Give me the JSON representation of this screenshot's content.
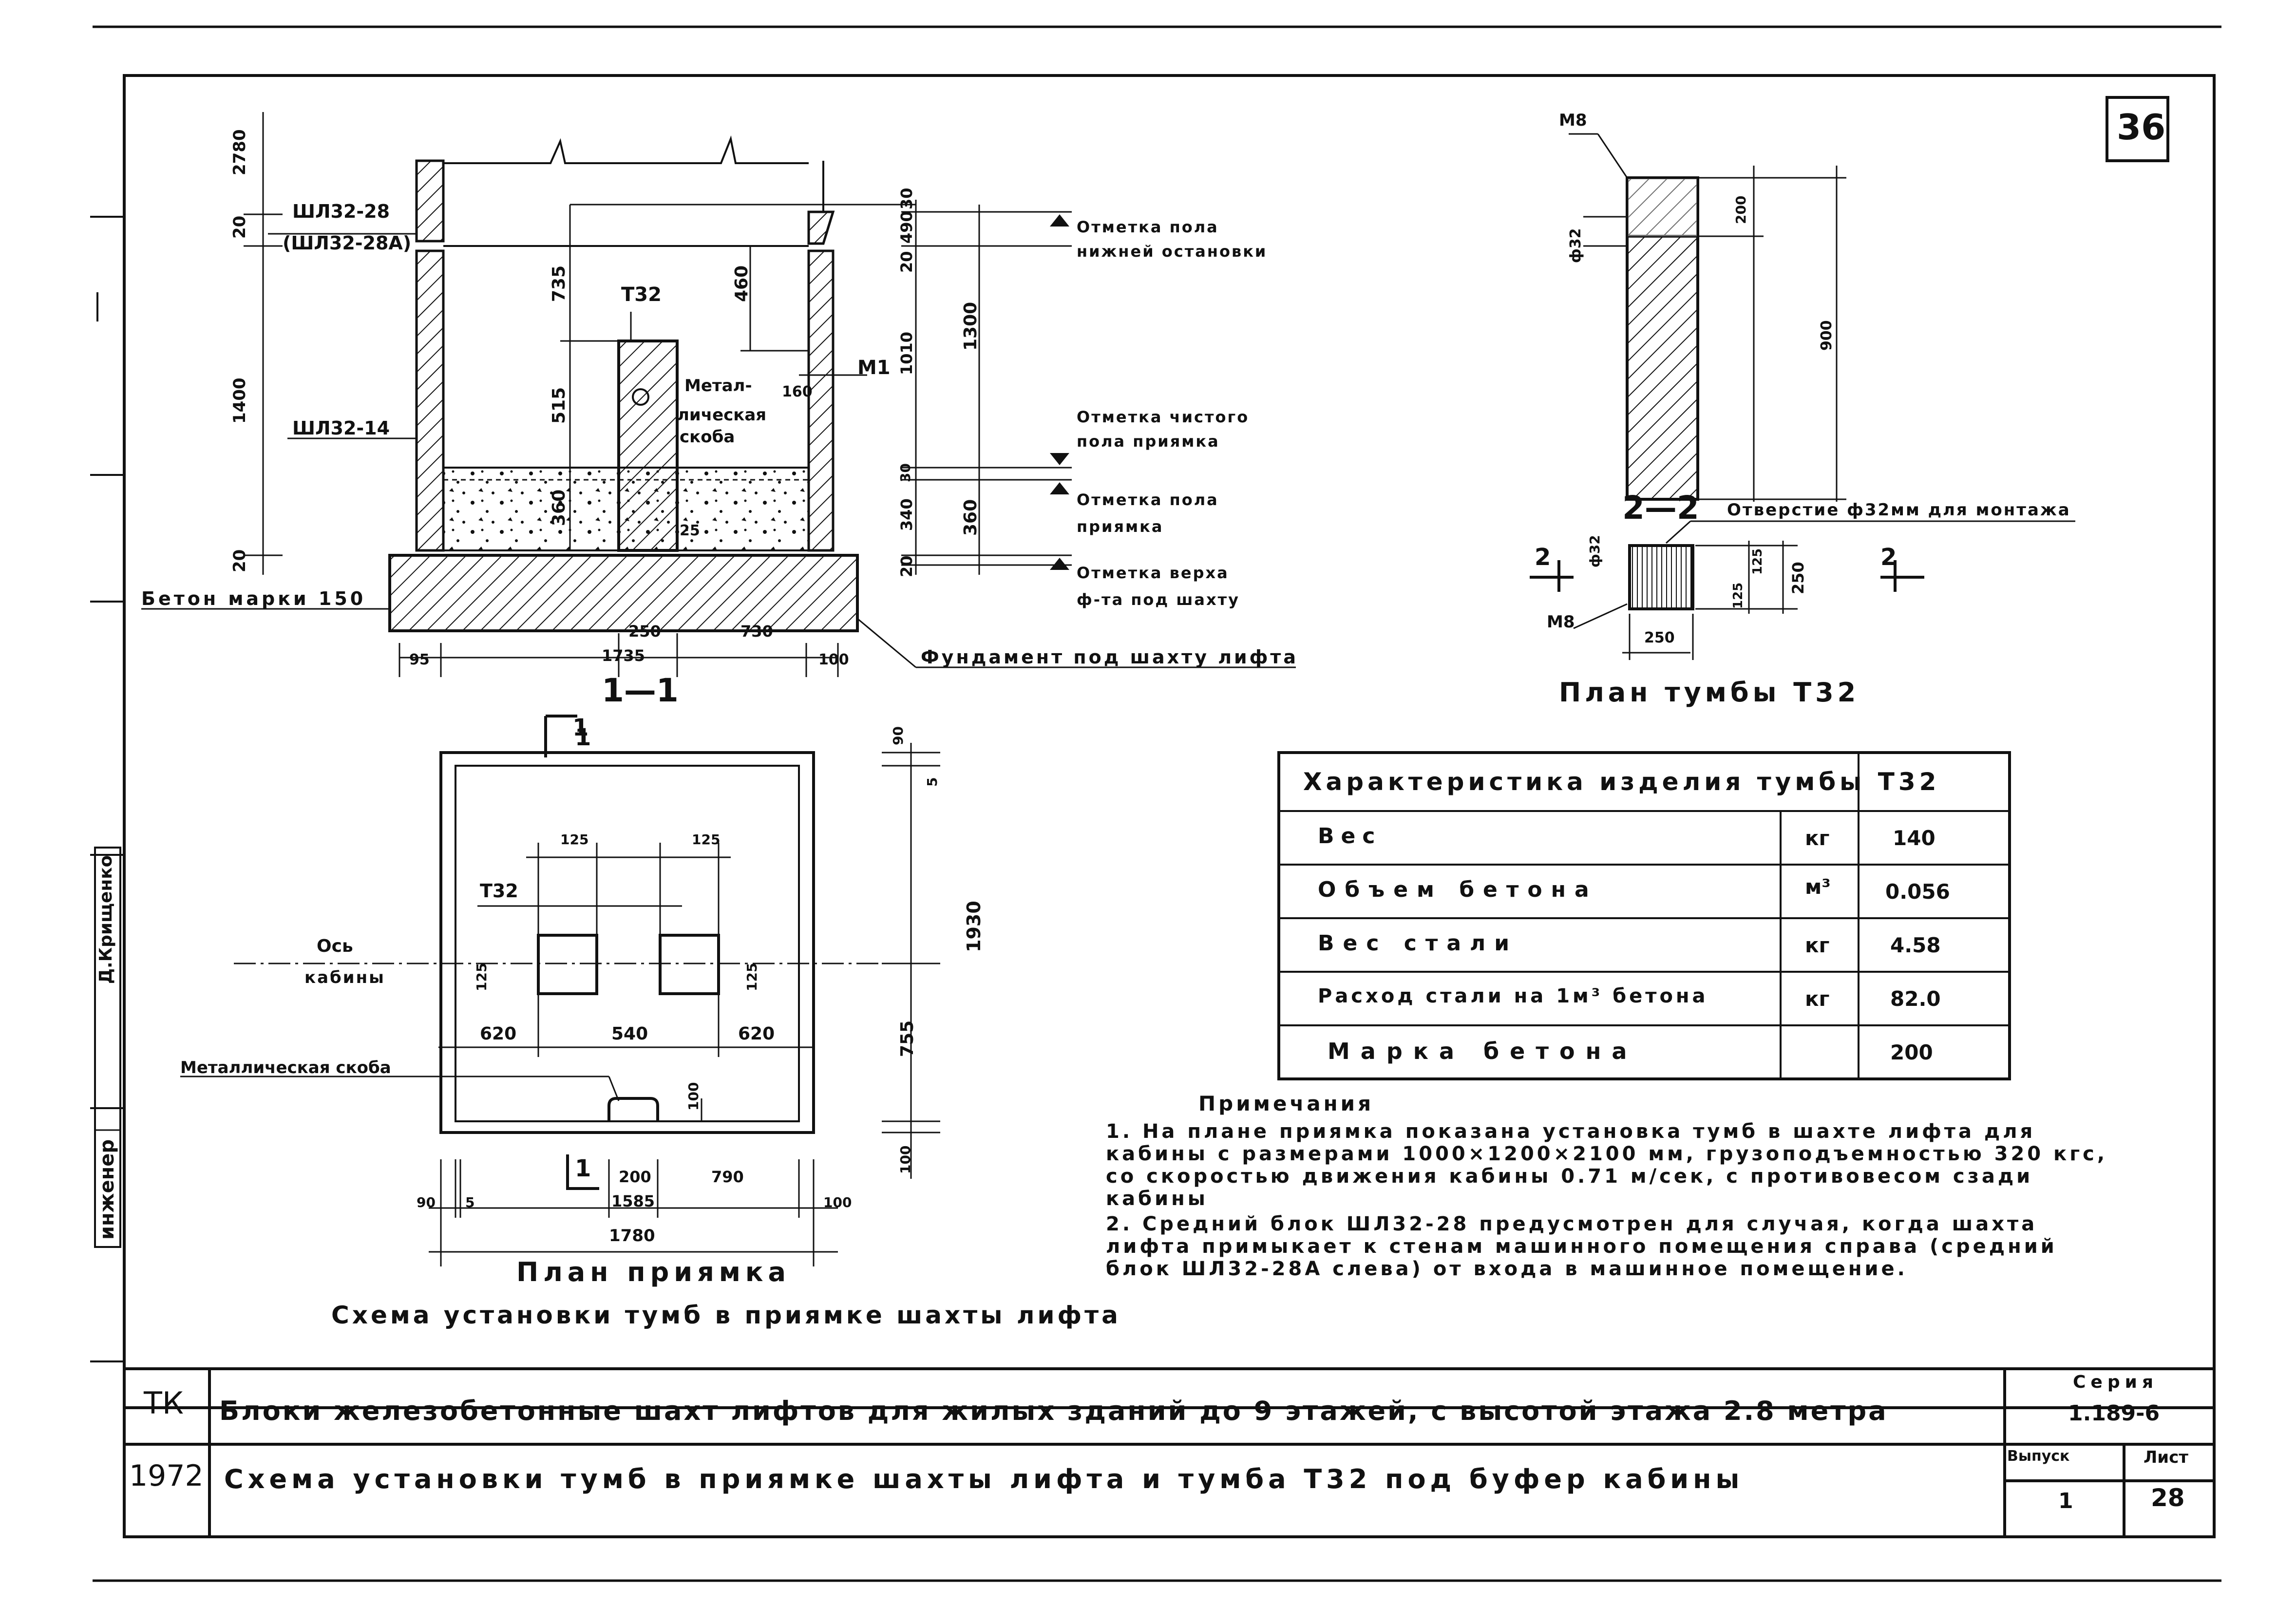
{
  "sheet_number": "36",
  "section_1_1": {
    "title": "1—1",
    "section_marker": "1",
    "dims_vertical_left": [
      "2780",
      "20",
      "1400",
      "20"
    ],
    "dims_inner": [
      "735",
      "515",
      "360",
      "460",
      "160",
      "25"
    ],
    "dims_right": [
      "30",
      "490",
      "20",
      "1010",
      "1300",
      "340",
      "360",
      "20",
      "30"
    ],
    "dims_bottom": [
      "95",
      "250",
      "730",
      "1735",
      "100"
    ],
    "labels": {
      "block_upper": "ШЛ32-28",
      "block_upper_alt": "(ШЛ32-28А)",
      "block_lower": "ШЛ32-14",
      "pedestal": "Т32",
      "metal_bracket_1": "Метал-",
      "metal_bracket_2": "лическая",
      "metal_bracket_3": "скоба",
      "m1": "М1",
      "concrete": "Бетон марки 150",
      "foundation": "Фундамент под шахту лифта"
    },
    "level_marks": [
      {
        "line1": "Отметка пола",
        "line2": "нижней остановки"
      },
      {
        "line1": "Отметка чистого",
        "line2": "пола приямка"
      },
      {
        "line1": "Отметка пола",
        "line2": "приямка"
      },
      {
        "line1": "Отметка верха",
        "line2": "ф-та под шахту"
      }
    ]
  },
  "pedestal_section": {
    "m8_top": "М8",
    "dim_200": "200",
    "dim_900": "900",
    "phi32": "ф32",
    "title": "2—2",
    "hole_note": "Отверстие ф32мм для монтажа",
    "m8_bottom": "М8",
    "phi32_b": "ф32",
    "dims_side": [
      "125",
      "125",
      "250"
    ],
    "dim_250": "250",
    "marker_left": "2",
    "marker_right": "2",
    "plan_title": "План тумбы Т32"
  },
  "pit_plan": {
    "marker_top": "1",
    "marker_bottom": "1",
    "pedestal_label": "Т32",
    "dims_125": [
      "125",
      "125",
      "125",
      "125"
    ],
    "axis_label_1": "Ось",
    "axis_label_2": "кабины",
    "dims_horizontal": [
      "620",
      "540",
      "620"
    ],
    "metal_bracket": "Металлическая скоба",
    "dim_100_bracket": "100",
    "dims_right": [
      "90",
      "5",
      "1930",
      "755",
      "100"
    ],
    "dims_bottom": [
      "90",
      "5",
      "200",
      "790",
      "1585",
      "100",
      "1780"
    ],
    "title": "План приямка",
    "caption": "Схема установки тумб в приямке шахты лифта"
  },
  "characteristics_table": {
    "header": "Характеристика изделия тумбы Т32",
    "rows": [
      {
        "name": "Вес",
        "unit": "кг",
        "value": "140"
      },
      {
        "name": "Объем бетона",
        "unit": "м³",
        "value": "0.056"
      },
      {
        "name": "Вес стали",
        "unit": "кг",
        "value": "4.58"
      },
      {
        "name": "Расход стали на 1м³ бетона",
        "unit": "кг",
        "value": "82.0"
      },
      {
        "name": "Марка бетона",
        "unit": "",
        "value": "200"
      }
    ]
  },
  "notes": {
    "title": "Примечания",
    "items": [
      "1. На плане приямка показана установка тумб в шахте лифта для кабины с размерами 1000×1200×2100 мм, грузоподъемностью 320 кгс, со скоростью движения кабины 0.71 м/сек, с противовесом сзади кабины",
      "2. Средний блок ШЛ32-28 предусмотрен для случая, когда шахта лифта примыкает к стенам машинного помещения справа (средний блок ШЛ32-28А слева) от входа в машинное помещение."
    ]
  },
  "stamp_side": {
    "role": "инженер",
    "name": "Д.Крищенко"
  },
  "title_block": {
    "org": "ТК",
    "year": "1972",
    "title_line_1": "Блоки железобетонные шахт лифтов для жилых зданий до 9 этажей, с высотой этажа 2.8 метра",
    "title_line_2": "Схема установки тумб в приямке шахты лифта и тумба Т32 под буфер кабины",
    "series_label": "Серия",
    "series_value": "1.189-6",
    "issue_label": "Выпуск",
    "issue_value": "1",
    "sheet_label": "Лист",
    "sheet_value": "28"
  }
}
